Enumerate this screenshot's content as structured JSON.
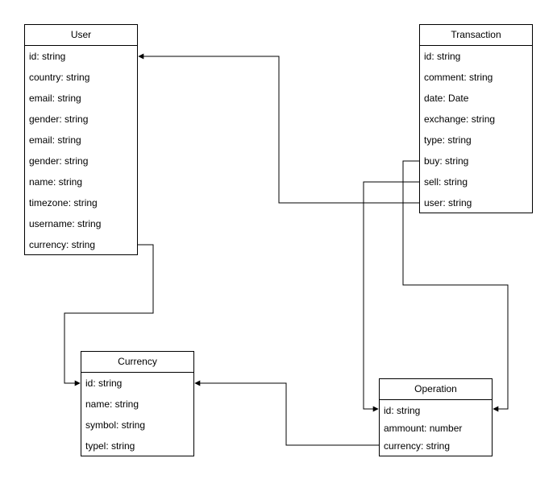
{
  "entities": {
    "user": {
      "title": "User",
      "fields": [
        "id: string",
        "country: string",
        "email: string",
        "gender: string",
        "email: string",
        "gender: string",
        "name: string",
        "timezone: string",
        "username: string",
        "currency: string"
      ]
    },
    "transaction": {
      "title": "Transaction",
      "fields": [
        "id: string",
        "comment: string",
        "date: Date",
        "exchange: string",
        "type: string",
        "buy: string",
        "sell: string",
        "user: string"
      ]
    },
    "currency": {
      "title": "Currency",
      "fields": [
        "id: string",
        "name: string",
        "symbol: string",
        "typel: string"
      ]
    },
    "operation": {
      "title": "Operation",
      "fields": [
        "id: string",
        "ammount: number",
        "currency: string"
      ]
    }
  },
  "relations": [
    {
      "from": "transaction.user",
      "to": "user.id"
    },
    {
      "from": "user.currency",
      "to": "currency.id"
    },
    {
      "from": "transaction.buy",
      "to": "operation.id"
    },
    {
      "from": "transaction.sell",
      "to": "operation.id"
    },
    {
      "from": "operation.currency",
      "to": "currency.id"
    }
  ]
}
